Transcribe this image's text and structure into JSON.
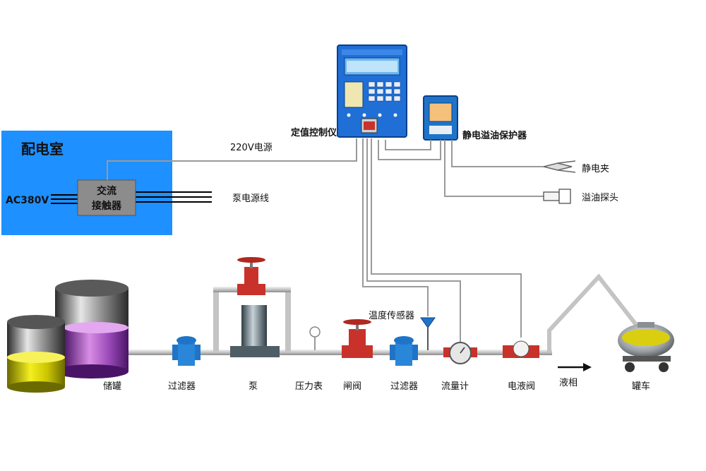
{
  "colors": {
    "room_fill": "#1e90ff",
    "controller_blue": "#1f6fd6",
    "valve_red": "#c8322b",
    "filter_blue": "#1f74c8",
    "pipe_gray": "#c8c8c8",
    "pump_gray": "#7f8f98"
  },
  "room": {
    "title": "配电室",
    "power_label": "AC380V",
    "contactor_line1": "交流",
    "contactor_line2": "接触器"
  },
  "wires": {
    "supply_220v": "220V电源",
    "pump_power": "泵电源线"
  },
  "devices": {
    "controller": "定值控制仪",
    "overflow_protector": "静电溢油保护器",
    "static_clamp": "静电夹",
    "overflow_probe": "溢油探头",
    "temp_sensor": "温度传感器"
  },
  "pipeline": {
    "storage_tank": "储罐",
    "filter_1": "过滤器",
    "pump": "泵",
    "pressure_gauge": "压力表",
    "gate_valve": "闸阀",
    "filter_2": "过滤器",
    "flow_meter": "流量计",
    "solenoid_valve": "电液阀",
    "liquid_phase": "液相",
    "tank_truck": "罐车"
  }
}
